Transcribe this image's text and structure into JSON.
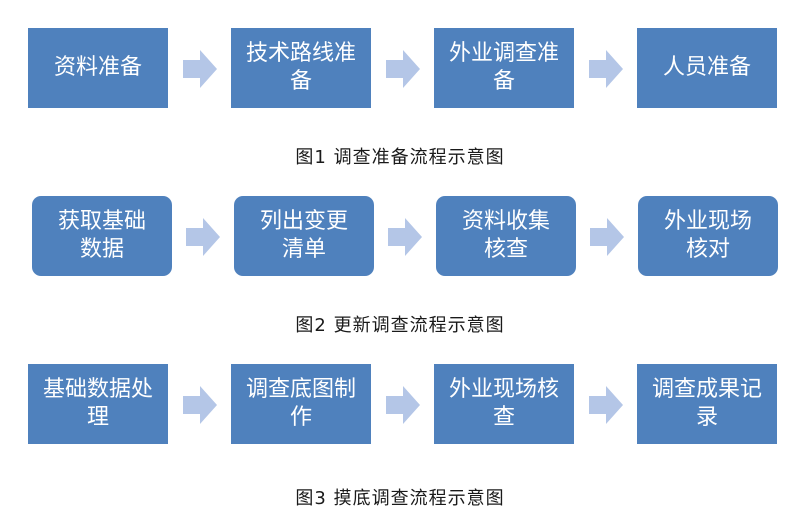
{
  "colors": {
    "box_fill": "#4f81bd",
    "arrow_fill": "#b4c6e7",
    "box_text": "#ffffff",
    "caption_text": "#1a1a1a"
  },
  "flows": [
    {
      "steps": [
        "资料准备",
        "技术路线准\n备",
        "外业调查准\n备",
        "人员准备"
      ],
      "caption": "图1  调查准备流程示意图"
    },
    {
      "steps": [
        "获取基础\n数据",
        "列出变更\n清单",
        "资料收集\n核查",
        "外业现场\n核对"
      ],
      "caption": "图2  更新调查流程示意图"
    },
    {
      "steps": [
        "基础数据处\n理",
        "调查底图制\n作",
        "外业现场核\n查",
        "调查成果记\n录"
      ],
      "caption": "图3  摸底调查流程示意图"
    }
  ]
}
